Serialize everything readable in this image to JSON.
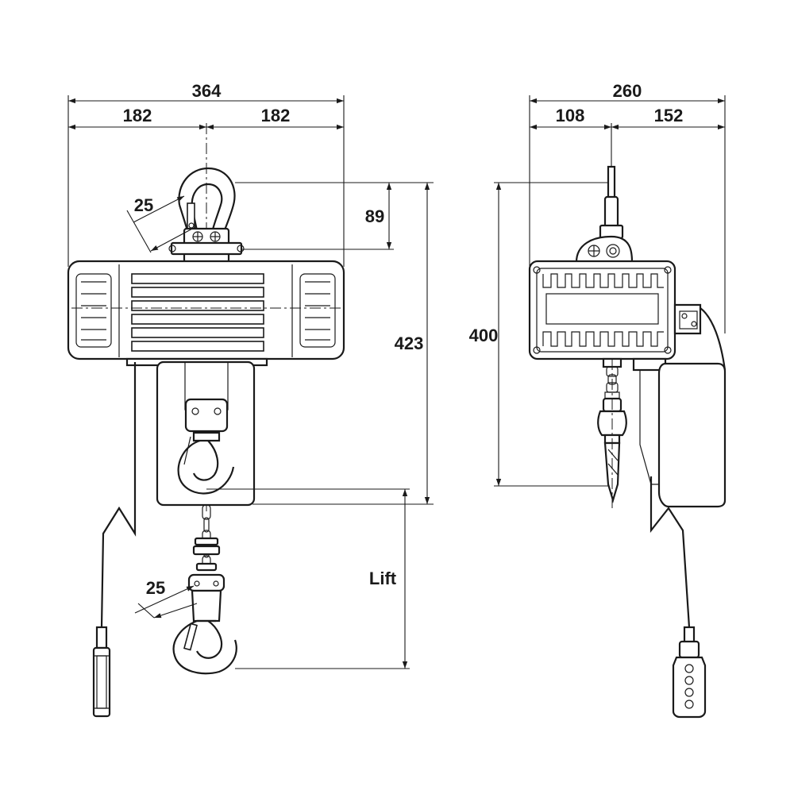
{
  "dimensions": {
    "front_total_width": "364",
    "front_half_left": "182",
    "front_half_right": "182",
    "top_hook_height": "89",
    "overall_height_front": "423",
    "hook_opening_top": "25",
    "hook_opening_bottom": "25",
    "lift_label": "Lift",
    "side_total_width": "260",
    "side_left": "108",
    "side_right": "152",
    "overall_height_side": "400"
  }
}
